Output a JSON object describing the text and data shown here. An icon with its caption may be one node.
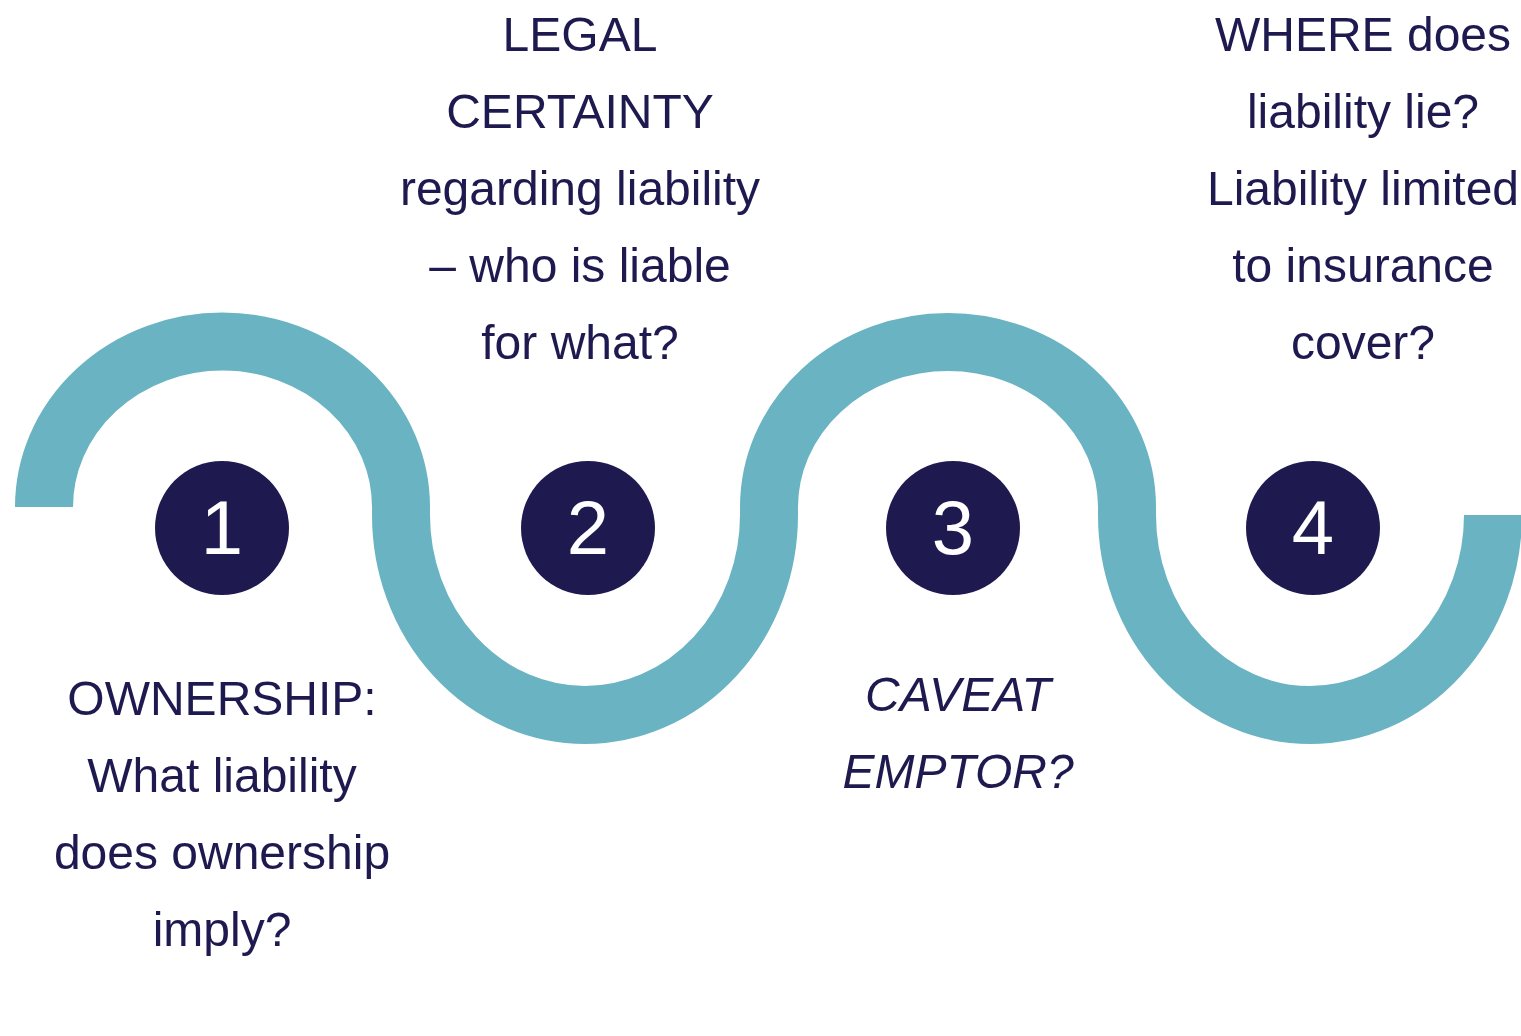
{
  "diagram": {
    "nodes": [
      {
        "text": [
          "1"
        ],
        "beside": [
          "OWNERSHIP: What liability does ownership imply?"
        ]
      },
      {
        "text": [
          "2"
        ],
        "beside": [
          "LEGAL CERTAINTY regarding liability – who is liable for what?"
        ]
      },
      {
        "text": [
          "3"
        ],
        "beside": [
          "CAVEAT EMPTOR?"
        ]
      },
      {
        "text": [
          "4"
        ],
        "beside": [
          "WHERE does liability lie? Liability limited to insurance cover?"
        ]
      }
    ]
  }
}
